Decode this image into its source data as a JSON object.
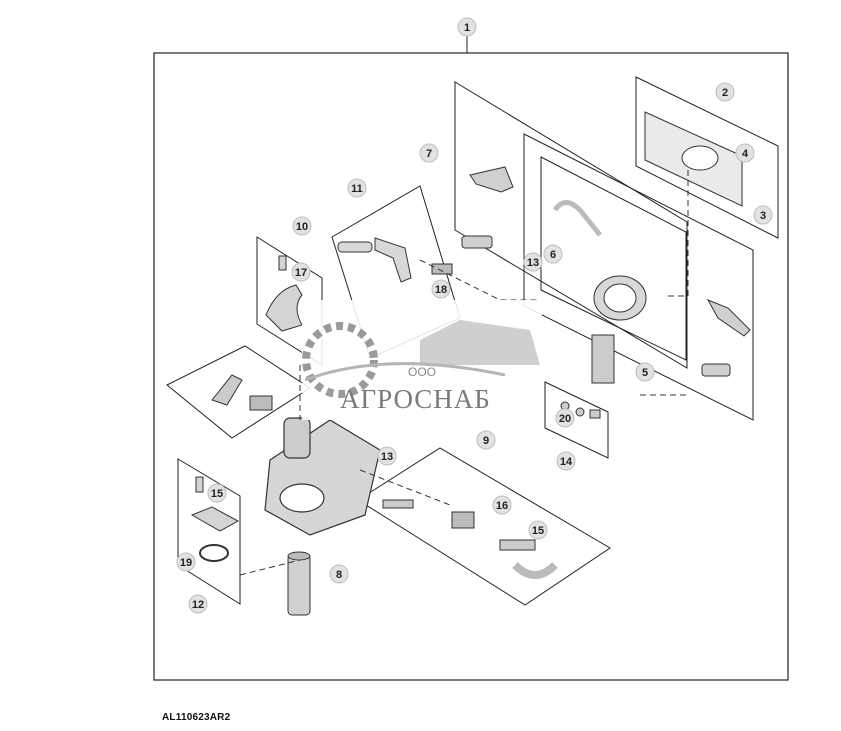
{
  "figure": {
    "code": "AL110623AR2"
  },
  "callouts": [
    "1",
    "2",
    "3",
    "4",
    "5",
    "6",
    "7",
    "8",
    "9",
    "10",
    "11",
    "12",
    "13",
    "13",
    "14",
    "15",
    "15",
    "16",
    "17",
    "18",
    "19",
    "20"
  ],
  "watermark": {
    "line1": "ООО",
    "line2": "АГРОСНАБ"
  }
}
